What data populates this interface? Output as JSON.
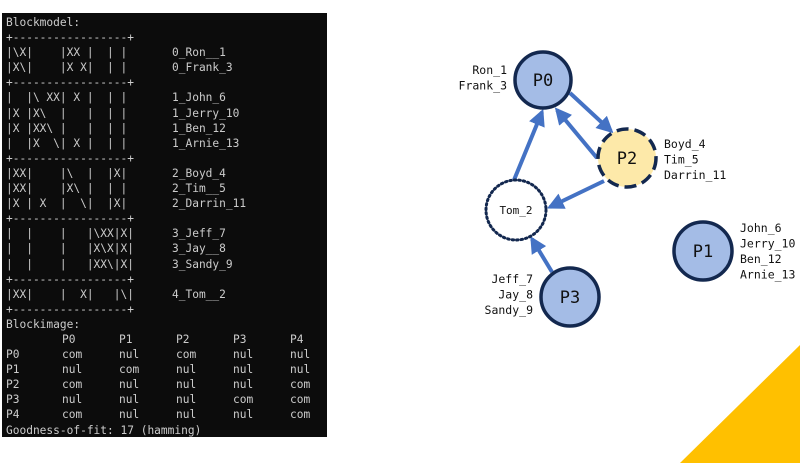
{
  "terminal": {
    "blockmodel_title": "Blockmodel:",
    "border": "+-----------------+",
    "groups": [
      {
        "rows": [
          {
            "matrix": "|\\X|    |XX |  | |",
            "label": "0_Ron__1"
          },
          {
            "matrix": "|X\\|    |X X|  | |",
            "label": "0_Frank_3"
          }
        ]
      },
      {
        "rows": [
          {
            "matrix": "|  |\\ XX| X |  | |",
            "label": "1_John_6"
          },
          {
            "matrix": "|X |X\\  |   |  | |",
            "label": "1_Jerry_10"
          },
          {
            "matrix": "|X |XX\\ |   |  | |",
            "label": "1_Ben_12"
          },
          {
            "matrix": "|  |X  \\| X |  | |",
            "label": "1_Arnie_13"
          }
        ]
      },
      {
        "rows": [
          {
            "matrix": "|XX|    |\\  |  |X|",
            "label": "2_Boyd_4"
          },
          {
            "matrix": "|XX|    |X\\ |  | |",
            "label": "2_Tim__5"
          },
          {
            "matrix": "|X | X  |  \\|  |X|",
            "label": "2_Darrin_11"
          }
        ]
      },
      {
        "rows": [
          {
            "matrix": "|  |    |   |\\XX|X|",
            "label": "3_Jeff_7"
          },
          {
            "matrix": "|  |    |   |X\\X|X|",
            "label": "3_Jay__8"
          },
          {
            "matrix": "|  |    |   |XX\\|X|",
            "label": "3_Sandy_9"
          }
        ]
      },
      {
        "rows": [
          {
            "matrix": "|XX|    |  X|   |\\|",
            "label": "4_Tom__2"
          }
        ]
      }
    ],
    "blockimage_title": "Blockimage:",
    "blockimage": {
      "columns": [
        "",
        "P0",
        "P1",
        "P2",
        "P3",
        "P4"
      ],
      "rows": [
        [
          "P0",
          "com",
          "nul",
          "com",
          "nul",
          "nul"
        ],
        [
          "P1",
          "nul",
          "com",
          "nul",
          "nul",
          "nul"
        ],
        [
          "P2",
          "com",
          "nul",
          "nul",
          "nul",
          "com"
        ],
        [
          "P3",
          "nul",
          "nul",
          "nul",
          "com",
          "com"
        ],
        [
          "P4",
          "com",
          "nul",
          "nul",
          "nul",
          "com"
        ]
      ]
    },
    "goodness_of_fit": "Goodness-of-fit: 17 (hamming)"
  },
  "diagram": {
    "colors": {
      "node_fill": "#a4bce6",
      "node_stroke": "#13284f",
      "p2_fill": "#fde9a9",
      "edge": "#4472c4",
      "accent_triangle": "#ffc000"
    },
    "nodes": [
      {
        "id": "P0",
        "label": "P0",
        "members": [
          "Ron_1",
          "Frank_3"
        ],
        "style": "solid"
      },
      {
        "id": "P1",
        "label": "P1",
        "members": [
          "John_6",
          "Jerry_10",
          "Ben_12",
          "Arnie_13"
        ],
        "style": "solid"
      },
      {
        "id": "P2",
        "label": "P2",
        "members": [
          "Boyd_4",
          "Tim_5",
          "Darrin_11"
        ],
        "style": "dashed"
      },
      {
        "id": "P3",
        "label": "P3",
        "members": [
          "Jeff_7",
          "Jay_8",
          "Sandy_9"
        ],
        "style": "solid"
      },
      {
        "id": "P4",
        "label": "Tom_2",
        "members": [],
        "style": "dotted"
      }
    ],
    "edges": [
      {
        "from": "P0",
        "to": "P2"
      },
      {
        "from": "P2",
        "to": "P0"
      },
      {
        "from": "P2",
        "to": "P4"
      },
      {
        "from": "P4",
        "to": "P0"
      },
      {
        "from": "P3",
        "to": "P4"
      }
    ]
  }
}
